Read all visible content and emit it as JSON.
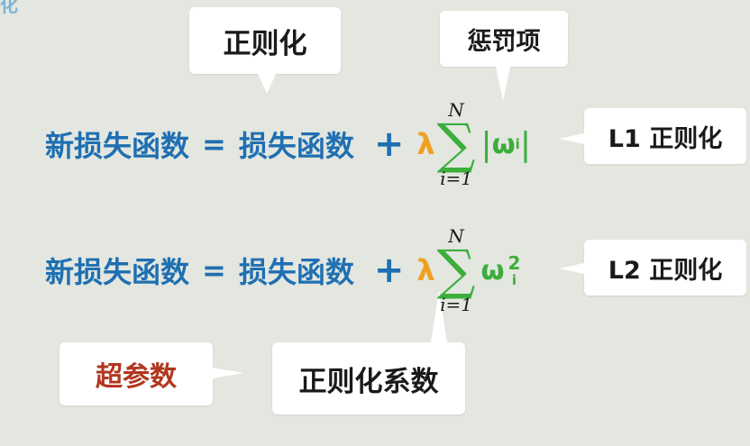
{
  "fragment": "化",
  "callouts": {
    "regularization": "正则化",
    "penalty": "惩罚项",
    "l1": "L1 正则化",
    "l2": "L2 正则化",
    "hyperparameter": "超参数",
    "coefficient": "正则化系数"
  },
  "equation1": {
    "lhs": "新损失函数",
    "equals": "=",
    "loss": "损失函数",
    "plus": "+",
    "lambda": "λ",
    "sum_upper": "N",
    "sum_symbol": "∑",
    "sum_lower": "i=1",
    "abs_open": "|",
    "w": "ω",
    "sub": "i",
    "abs_close": "|"
  },
  "equation2": {
    "lhs": "新损失函数",
    "equals": "=",
    "loss": "损失函数",
    "plus": "+",
    "lambda": "λ",
    "sum_upper": "N",
    "sum_symbol": "∑",
    "sum_lower": "i=1",
    "w": "ω",
    "sup": "2",
    "sub": "i"
  },
  "colors": {
    "background": "#e3e7e0",
    "formula_blue": "#1f6fb2",
    "lambda_orange": "#f0a020",
    "sum_green": "#3cae3c",
    "hyperparameter_red": "#b2361f"
  }
}
